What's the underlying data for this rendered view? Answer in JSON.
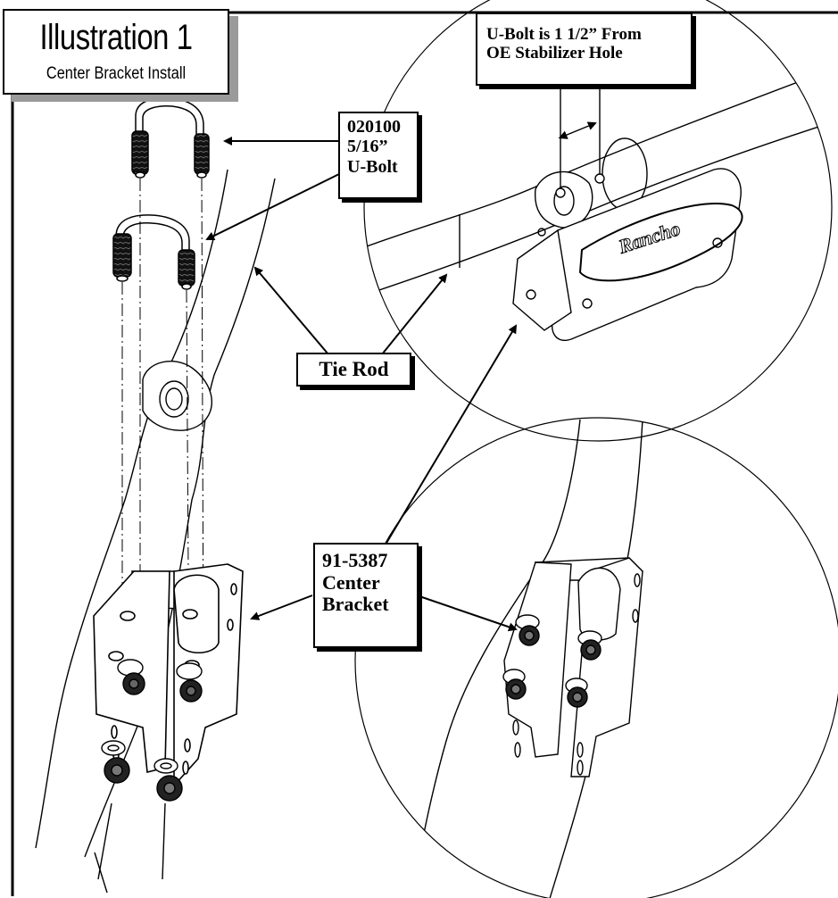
{
  "title": {
    "main": "Illustration 1",
    "sub": "Center Bracket Install"
  },
  "callouts": {
    "ubolt_part": [
      "020100",
      "5/16”",
      "U-Bolt"
    ],
    "ubolt_distance": [
      "U-Bolt is 1 1/2” From",
      "OE Stabilizer Hole"
    ],
    "tie_rod": "Tie Rod",
    "center_bracket": [
      "91-5387",
      "Center",
      "Bracket"
    ]
  },
  "logo_text": "Rancho"
}
